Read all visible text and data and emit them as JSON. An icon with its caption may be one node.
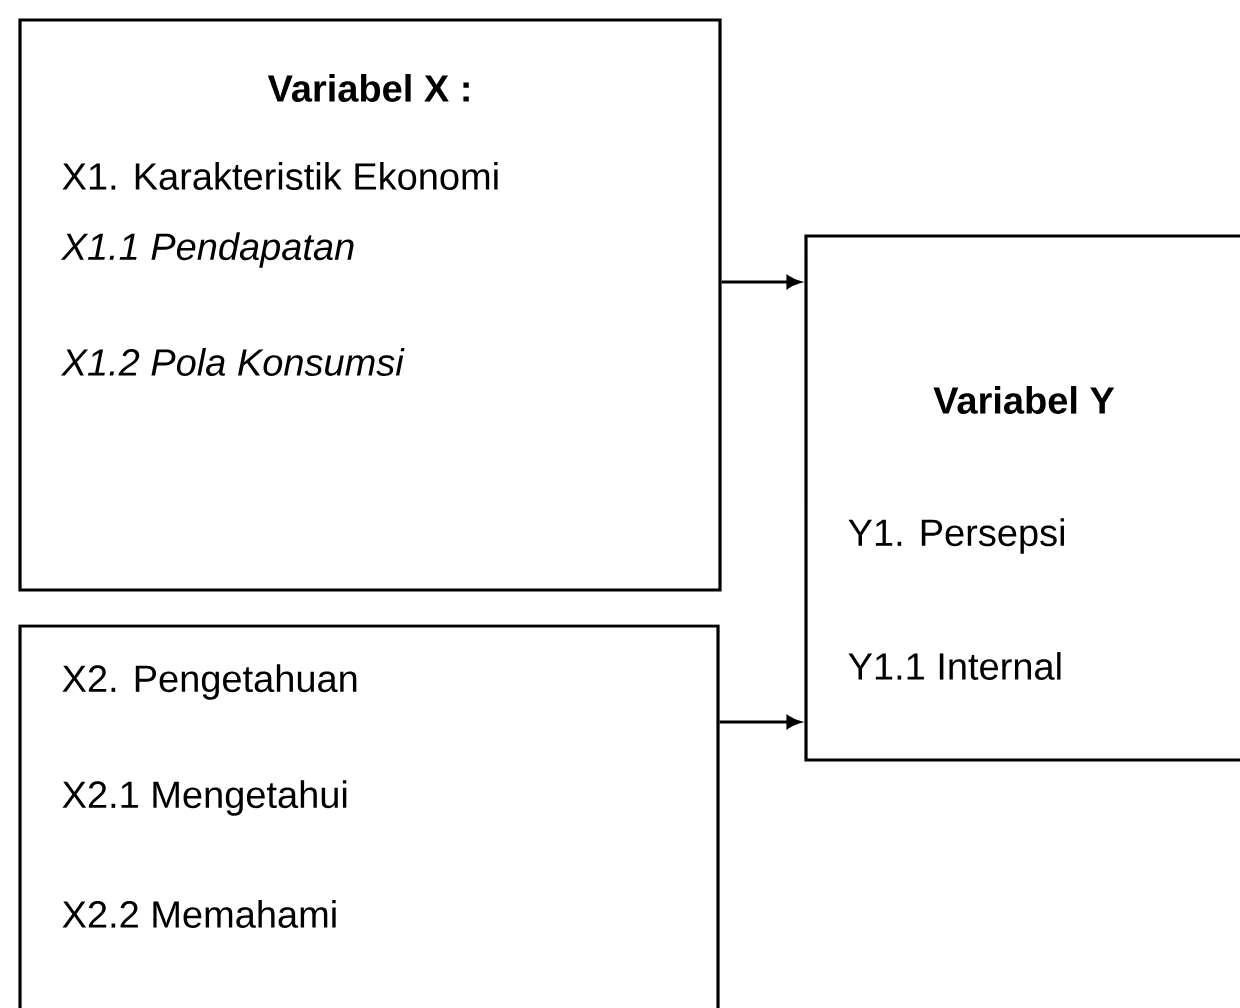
{
  "diagram": {
    "nodes": [
      {
        "text": [
          "Variabel X :",
          "X1. Karakteristik Ekonomi",
          "X1.1 Pendapatan",
          "X1.2 Pola Konsumsi"
        ]
      },
      {
        "text": [
          "X2. Pengetahuan",
          "X2.1 Mengetahui",
          "X2.2 Memahami"
        ]
      },
      {
        "text": [
          "Variabel Y",
          "Y1. Persepsi",
          "Y1.1 Internal"
        ]
      }
    ],
    "edges": [
      {
        "from": 0,
        "to": 2,
        "arrow": "to"
      },
      {
        "from": 1,
        "to": 2,
        "arrow": "to"
      }
    ]
  }
}
